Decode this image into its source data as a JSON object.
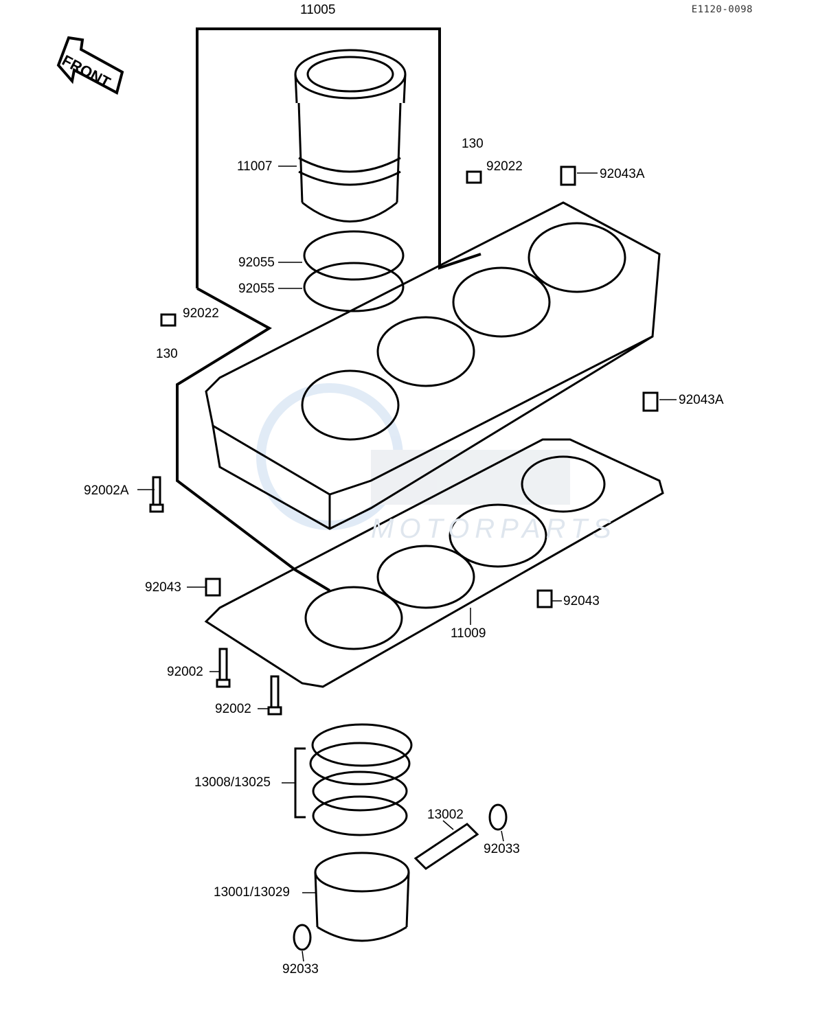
{
  "document_code": "E1120-0098",
  "front_arrow": "FRONT",
  "watermark": "MOTORPARTS",
  "labels": {
    "l11005": "11005",
    "l11007": "11007",
    "l130_top": "130",
    "l92022_top": "92022",
    "l92043A_top": "92043A",
    "l92055_a": "92055",
    "l92055_b": "92055",
    "l92022_left": "92022",
    "l130_left": "130",
    "l92043A_right": "92043A",
    "l92002A": "92002A",
    "l92043_left": "92043",
    "l92043_right": "92043",
    "l11009": "11009",
    "l92002_a": "92002",
    "l92002_b": "92002",
    "l13008": "13008/13025",
    "l13002": "13002",
    "l92033_right": "92033",
    "l13001": "13001/13029",
    "l92033_bottom": "92033"
  }
}
